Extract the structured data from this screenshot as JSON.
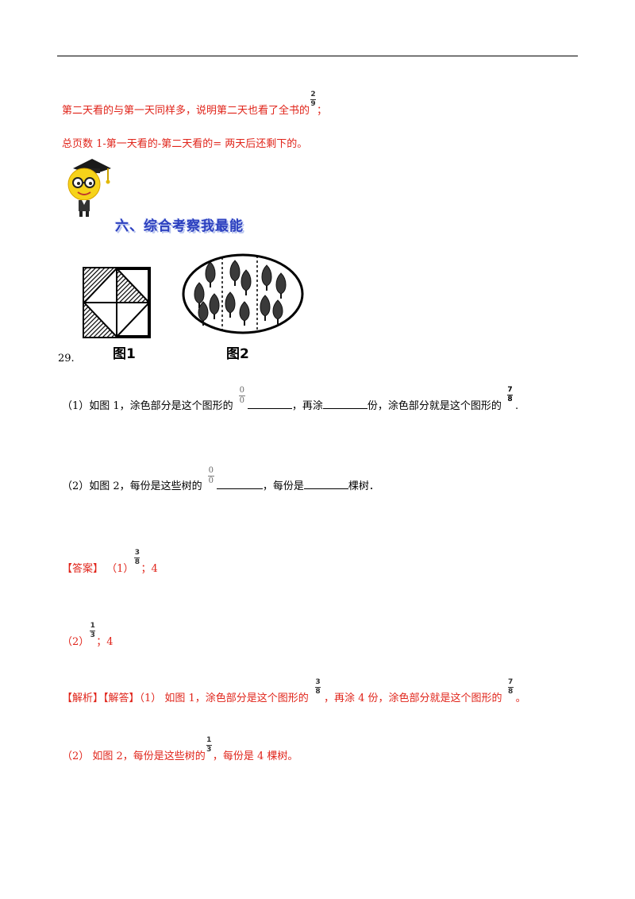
{
  "lines": {
    "l1": "第二天看的与第一天同样多，说明第二天也看了全书的",
    "l1_frac": [
      "2",
      "9"
    ],
    "l1_end": "；",
    "l2": "总页数 1-第一天看的-第二天看的= 两天后还剩下的。",
    "section_title": "六、综合考察我最能",
    "fig1_caption": "图1",
    "fig2_caption": "图2",
    "qnum": "29.",
    "q1_a": "（1）如图 1，涂色部分是这个图形的",
    "q1_placeholder_frac": [
      "0",
      "0"
    ],
    "q1_b": "，再涂",
    "q1_c": "份，涂色部分就是这个图形的",
    "q1_frac": [
      "7",
      "8"
    ],
    "q1_end": ".",
    "q2_a": "（2）如图 2，每份是这些树的",
    "q2_placeholder_frac": [
      "0",
      "0"
    ],
    "q2_b": "，每份是",
    "q2_c": "棵树．",
    "ans_label": "【答案】",
    "ans1_a": "（1）",
    "ans1_frac": [
      "3",
      "8"
    ],
    "ans1_b": "；4",
    "ans2_a": "（2）",
    "ans2_frac": [
      "1",
      "3"
    ],
    "ans2_b": "；4",
    "exp_a": "【解析】【解答】（1） 如图 1，涂色部分是这个图形的",
    "exp_frac1": [
      "3",
      "8"
    ],
    "exp_b": "，再涂 4 份，涂色部分就是这个图形的",
    "exp_frac2": [
      "7",
      "8"
    ],
    "exp_end": "。",
    "exp2_a": "（2） 如图 2，每份是这些树的",
    "exp2_frac": [
      "1",
      "3"
    ],
    "exp2_b": "，每份是 4 棵树。"
  },
  "colors": {
    "answer_red": "#e0241a",
    "title_blue": "#2b3fbf"
  }
}
